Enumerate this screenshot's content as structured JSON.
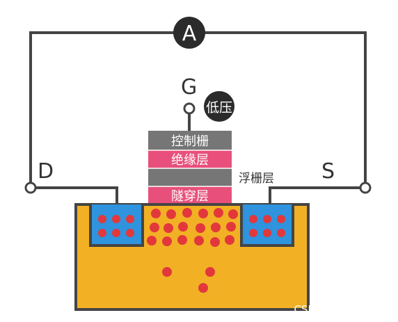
{
  "diagram": {
    "meter_label": "A",
    "gate_label": "G",
    "gate_voltage_label": "低压",
    "drain_label": "D",
    "source_label": "S",
    "floating_gate_label": "浮栅层",
    "layers": [
      {
        "label": "控制栅",
        "color": "#767676"
      },
      {
        "label": "绝缘层",
        "color": "#e8507b"
      },
      {
        "label": "",
        "color": "#767676"
      },
      {
        "label": "隧穿层",
        "color": "#e8507b"
      }
    ],
    "colors": {
      "wire": "#444444",
      "substrate": "#f2b025",
      "well": "#2f93dd",
      "electron": "#e2383b",
      "badge": "#2b2b2b"
    }
  },
  "watermark": "CSDN @一只青木呀"
}
